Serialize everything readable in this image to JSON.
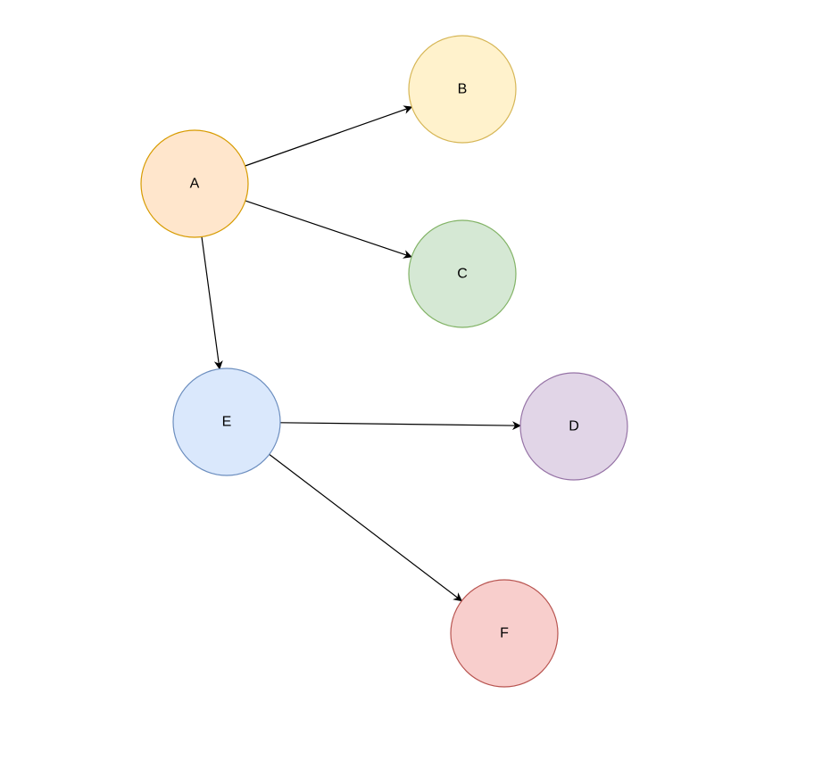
{
  "diagram": {
    "nodes": [
      {
        "id": "A",
        "label": "A",
        "fill": "#ffe6cc",
        "stroke": "#d79b00"
      },
      {
        "id": "B",
        "label": "B",
        "fill": "#fff2cc",
        "stroke": "#d6b656"
      },
      {
        "id": "C",
        "label": "C",
        "fill": "#d5e8d4",
        "stroke": "#82b366"
      },
      {
        "id": "E",
        "label": "E",
        "fill": "#dae8fc",
        "stroke": "#6c8ebf"
      },
      {
        "id": "D",
        "label": "D",
        "fill": "#e1d5e7",
        "stroke": "#9673a6"
      },
      {
        "id": "F",
        "label": "F",
        "fill": "#f8cecc",
        "stroke": "#b85450"
      }
    ],
    "edges": [
      {
        "from": "A",
        "to": "B"
      },
      {
        "from": "A",
        "to": "C"
      },
      {
        "from": "A",
        "to": "E"
      },
      {
        "from": "E",
        "to": "D"
      },
      {
        "from": "E",
        "to": "F"
      }
    ],
    "edge_color": "#000000"
  }
}
